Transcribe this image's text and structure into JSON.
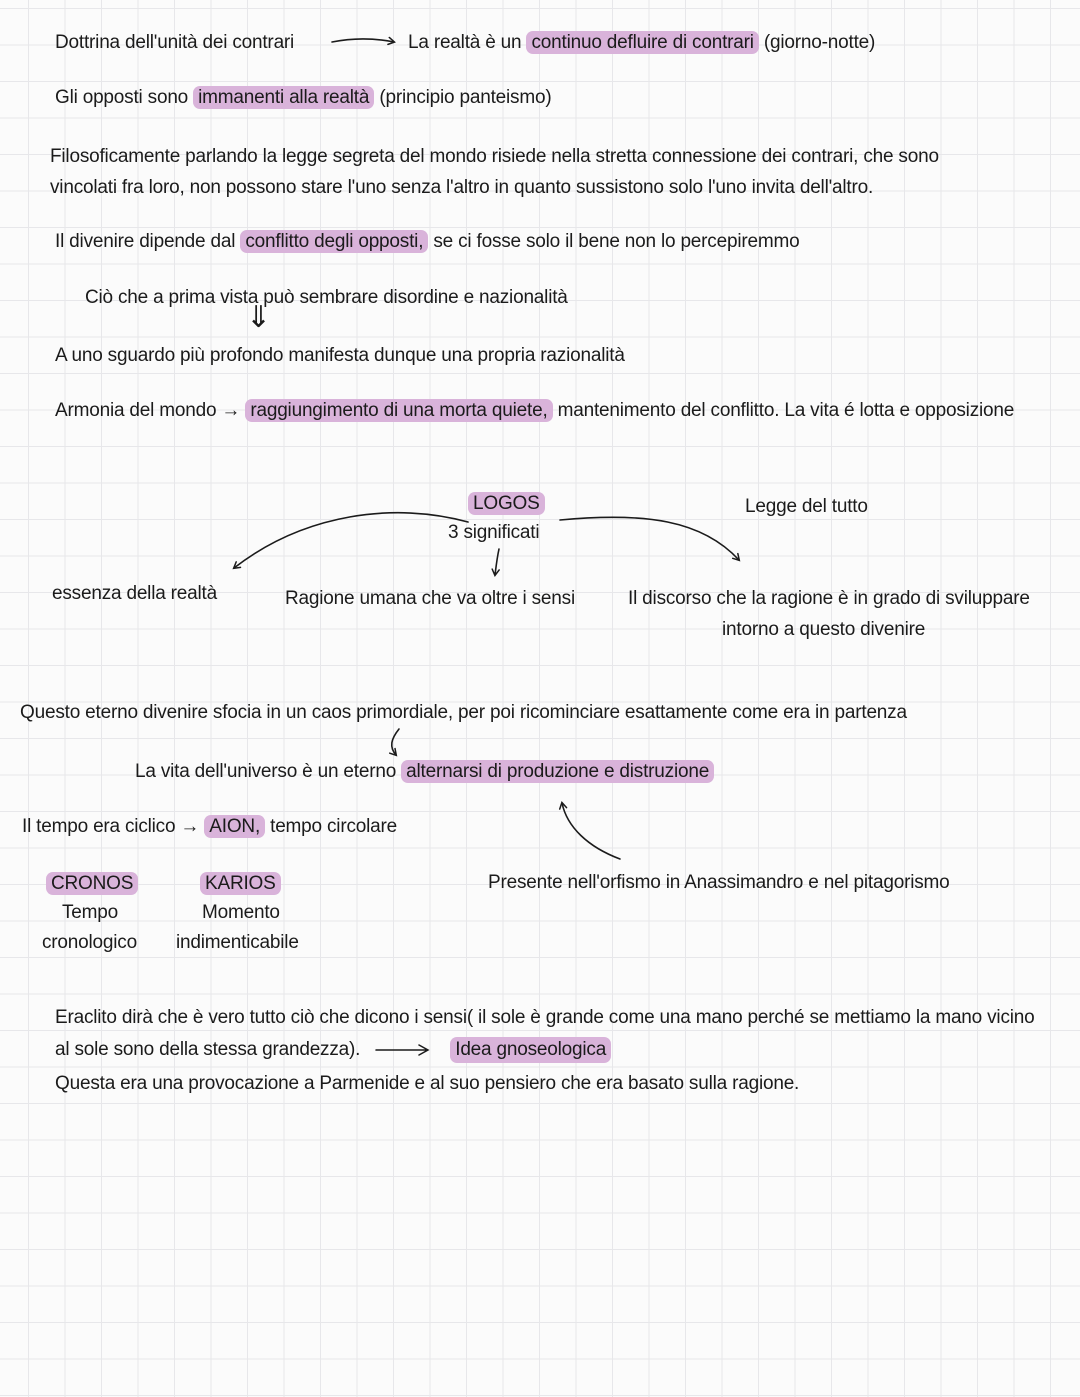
{
  "page": {
    "highlight_color": "#d9b3da",
    "grid_color": "#e7e7ea",
    "text_color": "#1b1b1b"
  },
  "icons": {
    "double_down_arrow": "⇓"
  },
  "notes": {
    "doctrine": {
      "left": "Dottrina dell'unità dei contrari",
      "right_pre": "La realtà è un ",
      "right_hl": "continuo defluire di contrari",
      "right_post": " (giorno-notte)"
    },
    "opposites": {
      "pre": "Gli opposti sono ",
      "hl": "immanenti alla realtà",
      "post": " (principio panteismo)"
    },
    "philosophy": {
      "line1": "Filosoficamente parlando la legge segreta del mondo risiede nella stretta connessione dei contrari, che sono",
      "line2": "vincolati fra loro, non possono stare l'uno senza l'altro in quanto sussistono solo l'uno invita dell'altro."
    },
    "becoming": {
      "pre": "Il divenire dipende dal ",
      "hl": "conflitto degli opposti,",
      "post": " se ci fosse solo il bene non lo percepiremmo"
    },
    "first_sight": "Ciò che a prima vista può sembrare disordine e nazionalità",
    "deeper_look": "A uno sguardo più profondo manifesta dunque una propria razionalità",
    "harmony": {
      "pre": "Armonia del mondo → ",
      "hl": "raggiungimento di una morta quiete,",
      "post": " mantenimento del conflitto. La vita é lotta e opposizione"
    },
    "logos": {
      "title": "LOGOS",
      "subtitle": "3 significati",
      "law_of_all": "Legge del tutto",
      "meaning1": "essenza della realtà",
      "meaning2": "Ragione umana che va oltre i sensi",
      "meaning3_line1": "Il discorso che la ragione è in grado di sviluppare",
      "meaning3_line2": "intorno a questo divenire"
    },
    "chaos": "Questo eterno divenire sfocia in un caos primordiale, per poi ricominciare esattamente come era in partenza",
    "universe_life": {
      "pre": "La vita dell'universo è un eterno ",
      "hl": "alternarsi di produzione e distruzione"
    },
    "cyclic_time": {
      "pre": "Il tempo era ciclico → ",
      "hl": "AION,",
      "post": " tempo circolare"
    },
    "cronos": {
      "title": "CRONOS",
      "line1": "Tempo",
      "line2": "cronologico"
    },
    "karios": {
      "title": "KARIOS",
      "line1": "Momento",
      "line2": "indimenticabile"
    },
    "orphism": "Presente nell'orfismo in Anassimandro e nel pitagorismo",
    "senses": {
      "line1": "Eraclito dirà che è vero tutto ciò che dicono i sensi( il sole è grande come una mano perché se mettiamo la mano vicino",
      "line2_pre": "al sole sono della stessa grandezza).",
      "line2_hl": "Idea gnoseologica",
      "line3": "Questa era una provocazione a Parmenide e al suo pensiero che era basato sulla ragione."
    }
  }
}
